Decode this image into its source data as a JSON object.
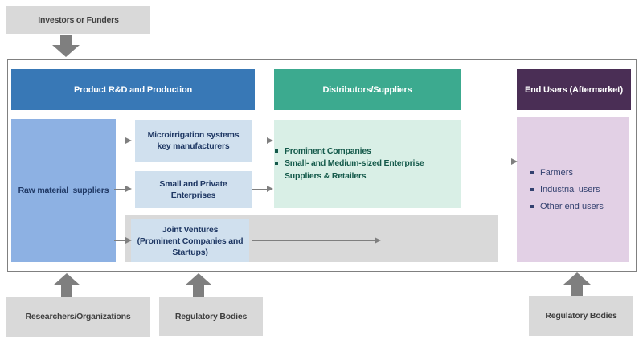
{
  "colors": {
    "header-blue": "#3878b6",
    "header-teal": "#3caa8f",
    "header-purple": "#4a2e55",
    "box-blue": "#8db1e3",
    "box-lightblue": "#d0e0ee",
    "box-mint": "#d9efe6",
    "box-lilac": "#e2d0e5",
    "box-gray": "#d9d9d9",
    "arrow-gray": "#7f7f7f",
    "border-gray": "#808080",
    "text-navy": "#1f3864",
    "text-teal": "#14594a",
    "text-slate": "#33416f",
    "text-dark": "#3f3f3f"
  },
  "top": {
    "investors_label": "Investors or Funders"
  },
  "headers": {
    "production": "Product R&D and Production",
    "distributors": "Distributors/Suppliers",
    "end_users": "End Users (Aftermarket)"
  },
  "production_column": {
    "raw_material": "Raw material  suppliers",
    "manufacturers": "Microirrigation systems key manufacturers",
    "enterprises": "Small and Private Enterprises",
    "joint_ventures_lines": [
      "Joint Ventures",
      "(Prominent Companies and",
      "Startups)"
    ]
  },
  "distributors_column": {
    "bullets": [
      "Prominent Companies",
      "Small- and Medium-sized Enterprise Suppliers & Retailers"
    ]
  },
  "end_users_column": {
    "bullets": [
      "Farmers",
      "Industrial users",
      "Other end users"
    ]
  },
  "bottom": {
    "researchers_label": "Researchers/Organizations",
    "regulatory_mid_label": "Regulatory Bodies",
    "regulatory_right_label": "Regulatory Bodies"
  }
}
